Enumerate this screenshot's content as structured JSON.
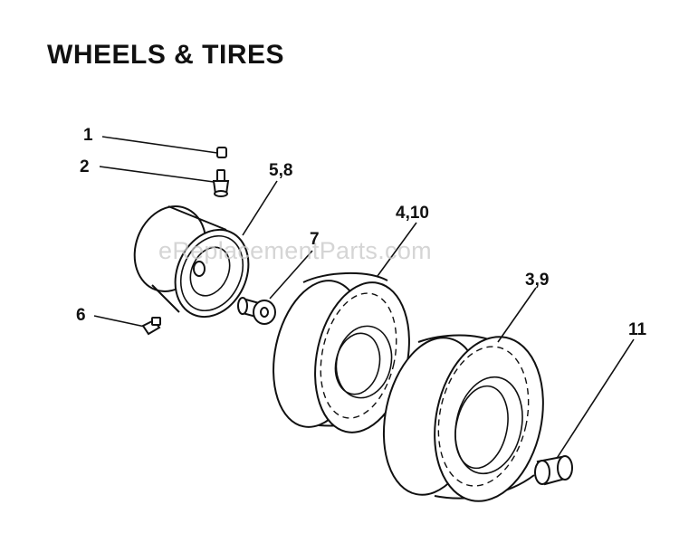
{
  "title": "WHEELS & TIRES",
  "watermark": "eReplacementParts.com",
  "callouts": {
    "c1": "1",
    "c2": "2",
    "c3": "3,9",
    "c4": "4,10",
    "c5": "5,8",
    "c6": "6",
    "c7": "7",
    "c11": "11"
  },
  "colors": {
    "line": "#111111",
    "watermark": "#c8c8c8"
  }
}
